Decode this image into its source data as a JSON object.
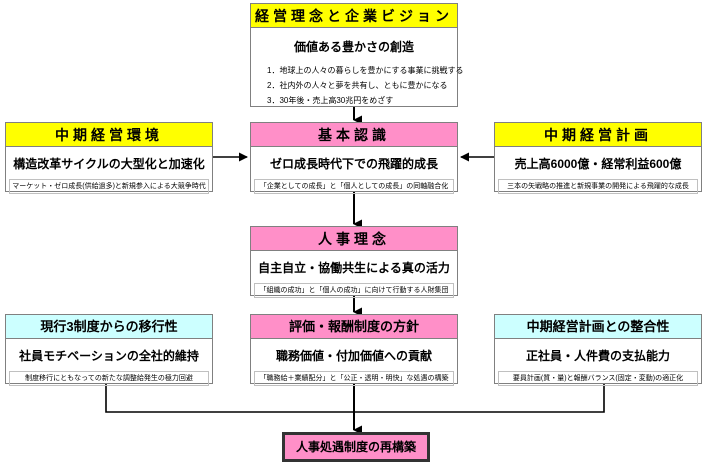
{
  "diagram": {
    "title": "人事処遇制度の再構築 フロー図",
    "colors": {
      "header_yellow": "#FFFF00",
      "header_pink": "#FF8FC8",
      "header_cyan": "#CCFFFF",
      "box_border": "#808080",
      "final_border": "#333333",
      "connector": "#000000",
      "background": "#FFFFFF"
    }
  },
  "boxes": {
    "vision": {
      "header": "経営理念と企業ビジョン",
      "lead": "価値ある豊かさの創造",
      "bullets": [
        "1．地球上の人々の暮らしを豊かにする事業に挑戦する",
        "2．社内外の人々と夢を共有し、ともに豊かになる",
        "3．30年後・売上高30兆円をめざす"
      ]
    },
    "environment": {
      "header": "中期経営環境",
      "lead": "構造改革サイクルの大型化と加速化",
      "note": "マーケット・ゼロ成長(供給過多)と新規参入による大競争時代"
    },
    "basic_recognition": {
      "header": "基本認識",
      "lead": "ゼロ成長時代下での飛躍的成長",
      "note": "「企業としての成長」と「個人としての成長」の同軸融合化"
    },
    "midterm_plan": {
      "header": "中期経営計画",
      "lead": "売上高6000億・経常利益600億",
      "note": "三本の矢戦略の推進と新規事業の開発による飛躍的な成長"
    },
    "hr_philosophy": {
      "header": "人事理念",
      "lead": "自主自立・協働共生による真の活力",
      "note": "「組織の成功」と「個人の成功」に向けて行動する人財集団"
    },
    "transition": {
      "header": "現行3制度からの移行性",
      "lead": "社員モチベーションの全社的維持",
      "note": "制度移行にともなっての新たな調整給発生の極力回避"
    },
    "policy": {
      "header": "評価・報酬制度の方針",
      "lead": "職務価値・付加価値への貢献",
      "note": "「職務給＋業績配分」と「公正・透明・明快」な処遇の構築"
    },
    "consistency": {
      "header": "中期経営計画との整合性",
      "lead": "正社員・人件費の支払能力",
      "note": "要員計画(質・量)と報酬バランス(固定・変動)の適正化"
    },
    "final": {
      "label": "人事処遇制度の再構築"
    }
  }
}
